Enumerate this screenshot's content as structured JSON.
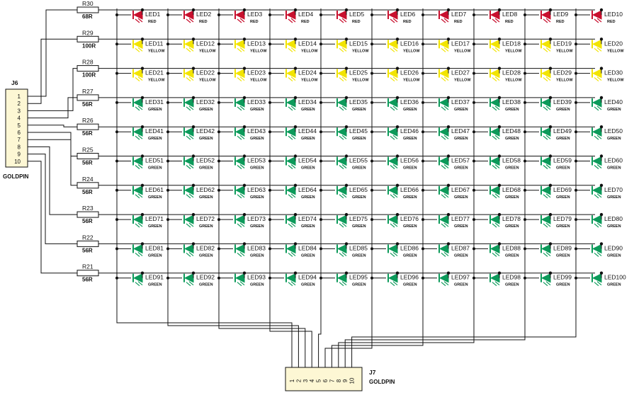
{
  "colors": {
    "red": "#c8102e",
    "yellow": "#f2e400",
    "green": "#0c9a5a",
    "connector_fill": "#fdf7d4",
    "wire": "#111111"
  },
  "leds": {
    "color_names": [
      "RED",
      "YELLOW",
      "YELLOW",
      "GREEN",
      "GREEN",
      "GREEN",
      "GREEN",
      "GREEN",
      "GREEN",
      "GREEN"
    ],
    "color_keys": [
      "red",
      "yellow",
      "yellow",
      "green",
      "green",
      "green",
      "green",
      "green",
      "green",
      "green"
    ],
    "labels": [
      [
        "LED1",
        "LED2",
        "LED3",
        "LED4",
        "LED5",
        "LED6",
        "LED7",
        "LED8",
        "LED9",
        "LED10"
      ],
      [
        "LED11",
        "LED12",
        "LED13",
        "LED14",
        "LED15",
        "LED16",
        "LED17",
        "LED18",
        "LED19",
        "LED20"
      ],
      [
        "LED21",
        "LED22",
        "LED23",
        "LED24",
        "LED25",
        "LED26",
        "LED27",
        "LED28",
        "LED29",
        "LED30"
      ],
      [
        "LED31",
        "LED32",
        "LED33",
        "LED34",
        "LED35",
        "LED36",
        "LED37",
        "LED38",
        "LED39",
        "LED40"
      ],
      [
        "LED41",
        "LED42",
        "LED43",
        "LED44",
        "LED45",
        "LED46",
        "LED47",
        "LED48",
        "LED49",
        "LED50"
      ],
      [
        "LED51",
        "LED52",
        "LED53",
        "LED54",
        "LED55",
        "LED56",
        "LED57",
        "LED58",
        "LED59",
        "LED60"
      ],
      [
        "LED61",
        "LED62",
        "LED63",
        "LED64",
        "LED65",
        "LED66",
        "LED67",
        "LED68",
        "LED69",
        "LED70"
      ],
      [
        "LED71",
        "LED72",
        "LED73",
        "LED74",
        "LED75",
        "LED76",
        "LED77",
        "LED78",
        "LED79",
        "LED80"
      ],
      [
        "LED81",
        "LED82",
        "LED83",
        "LED84",
        "LED85",
        "LED86",
        "LED87",
        "LED88",
        "LED89",
        "LED90"
      ],
      [
        "LED91",
        "LED92",
        "LED93",
        "LED94",
        "LED95",
        "LED96",
        "LED97",
        "LED98",
        "LED99",
        "LED100"
      ]
    ]
  },
  "resistors": [
    {
      "name": "R30",
      "value": "68R"
    },
    {
      "name": "R29",
      "value": "100R"
    },
    {
      "name": "R28",
      "value": "100R"
    },
    {
      "name": "R27",
      "value": "56R"
    },
    {
      "name": "R26",
      "value": "56R"
    },
    {
      "name": "R25",
      "value": "56R"
    },
    {
      "name": "R24",
      "value": "56R"
    },
    {
      "name": "R23",
      "value": "56R"
    },
    {
      "name": "R22",
      "value": "56R"
    },
    {
      "name": "R21",
      "value": "56R"
    }
  ],
  "connectors": {
    "j6": {
      "title": "J6",
      "subtitle": "GOLDPIN",
      "pins": [
        "1",
        "2",
        "3",
        "4",
        "5",
        "6",
        "7",
        "8",
        "9",
        "10"
      ]
    },
    "j7": {
      "title": "J7",
      "subtitle": "GOLDPIN",
      "pins": [
        "1",
        "2",
        "3",
        "4",
        "5",
        "6",
        "7",
        "8",
        "9",
        "10"
      ]
    }
  }
}
